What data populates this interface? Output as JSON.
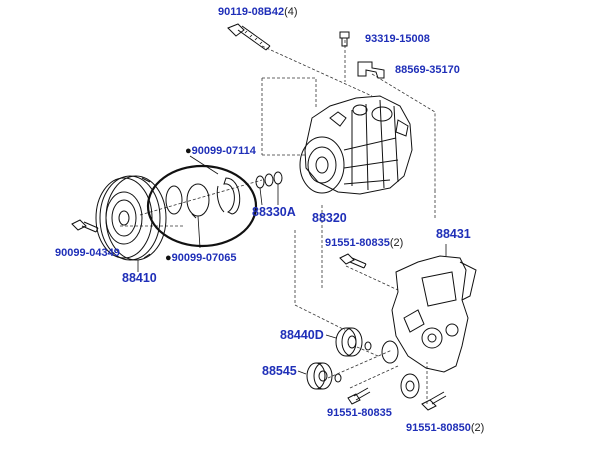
{
  "callouts": {
    "bolt_top": {
      "number": "90119-08B42",
      "qty": "(4)"
    },
    "screw_top": {
      "number": "93319-15008"
    },
    "bracket_clip": {
      "number": "88569-35170"
    },
    "snap_ring_top": {
      "number": "90099-07114",
      "marker": "●"
    },
    "shim_set": {
      "number": "88330A"
    },
    "compressor": {
      "number": "88320"
    },
    "screw_left": {
      "number": "90099-04349"
    },
    "clutch_pulley": {
      "number": "88410"
    },
    "snap_ring_bottom": {
      "number": "90099-07065",
      "marker": "●"
    },
    "bracket": {
      "number": "88431"
    },
    "bolt_bracket": {
      "number": "91551-80835",
      "qty": "(2)"
    },
    "idler_pulley": {
      "number": "88440D"
    },
    "tension_pulley": {
      "number": "88545"
    },
    "bolt_lower_mid": {
      "number": "91551-80835"
    },
    "bolt_lower_right": {
      "number": "91551-80850",
      "qty": "(2)"
    }
  },
  "colors": {
    "label": "#1f2fb8",
    "line": "#111111",
    "background": "#ffffff"
  },
  "icons": {
    "bullet": "filled-circle-marker"
  }
}
